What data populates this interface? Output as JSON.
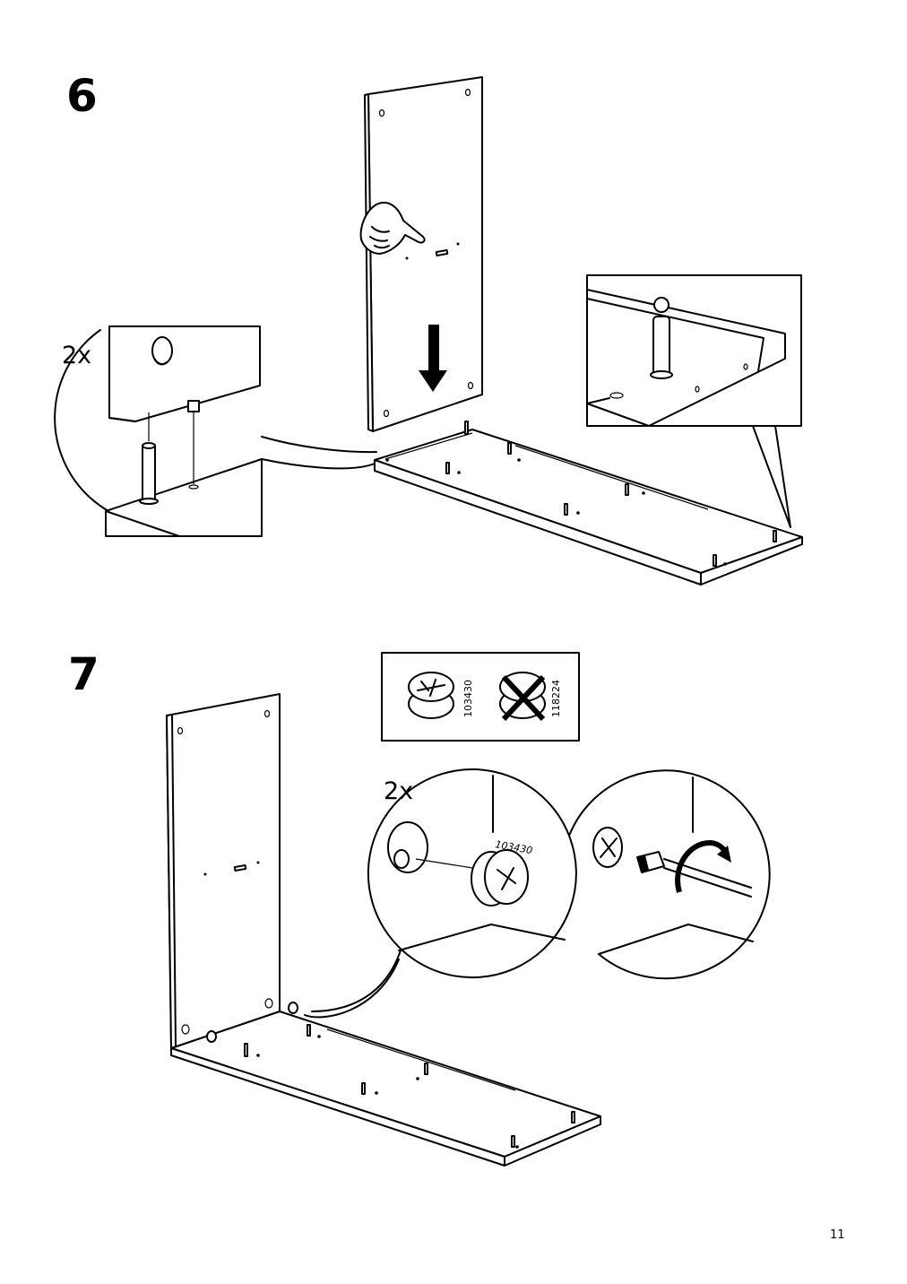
{
  "page": {
    "number": "11"
  },
  "steps": [
    {
      "number": "6",
      "count_label": "2x"
    },
    {
      "number": "7",
      "count_label": "2x"
    }
  ],
  "parts": {
    "correct_cam_code": "103430",
    "wrong_cam_code": "118224",
    "callout_cam_code": "103430"
  },
  "icons": {
    "hand": "pointing-hand-icon",
    "arrow": "down-arrow-icon",
    "wrong": "cross-mark-icon",
    "rotate": "clockwise-rotate-icon",
    "screwdriver": "screwdriver-icon"
  }
}
